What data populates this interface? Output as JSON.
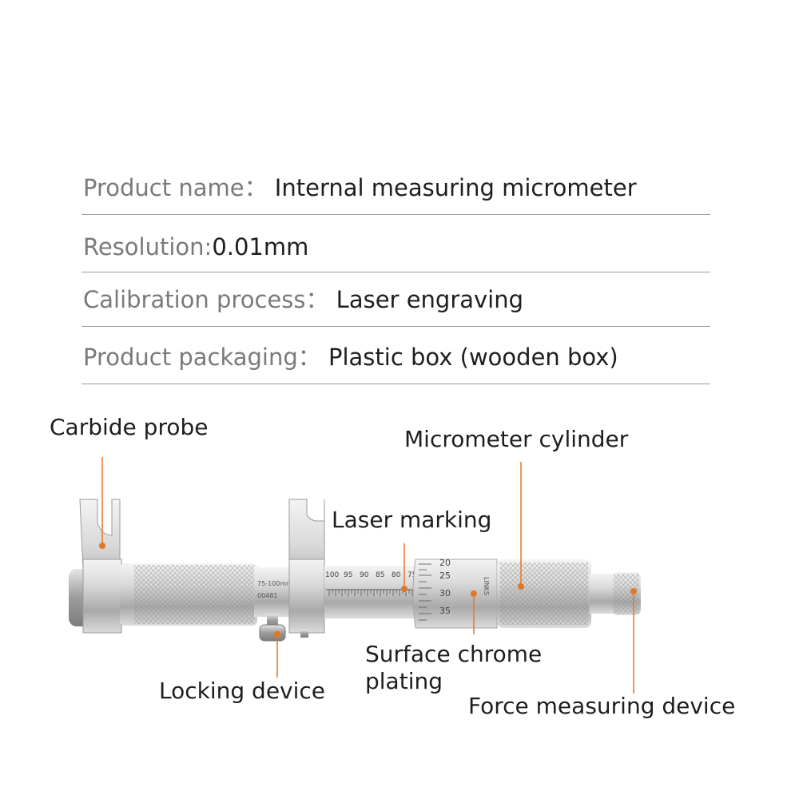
{
  "specs": [
    {
      "label": "Product name：",
      "value": "Internal measuring micrometer"
    },
    {
      "label": "Resolution:",
      "value": "0.01mm"
    },
    {
      "label": "Calibration process：",
      "value": "Laser engraving"
    },
    {
      "label": "Product packaging：",
      "value": "Plastic box (wooden box)"
    }
  ],
  "callouts": {
    "carbide_probe": "Carbide probe",
    "micrometer_cylinder": "Micrometer cylinder",
    "laser_marking": "Laser marking",
    "surface_chrome_line1": "Surface chrome",
    "surface_chrome_line2": "plating",
    "locking_device": "Locking device",
    "force_measuring_device": "Force measuring device"
  },
  "engraving": {
    "scale_numbers": [
      "100",
      "95",
      "90",
      "85",
      "80",
      "75"
    ],
    "range_text": "75-100mm",
    "serial_text": "00481",
    "thimble_numbers": [
      "20",
      "25",
      "30",
      "35"
    ],
    "brand_text": "LINKS"
  },
  "colors": {
    "accent": "#e0782a",
    "rule": "#9a9a9a",
    "label": "#7a7a7a",
    "metal": "#c9c9c9"
  }
}
